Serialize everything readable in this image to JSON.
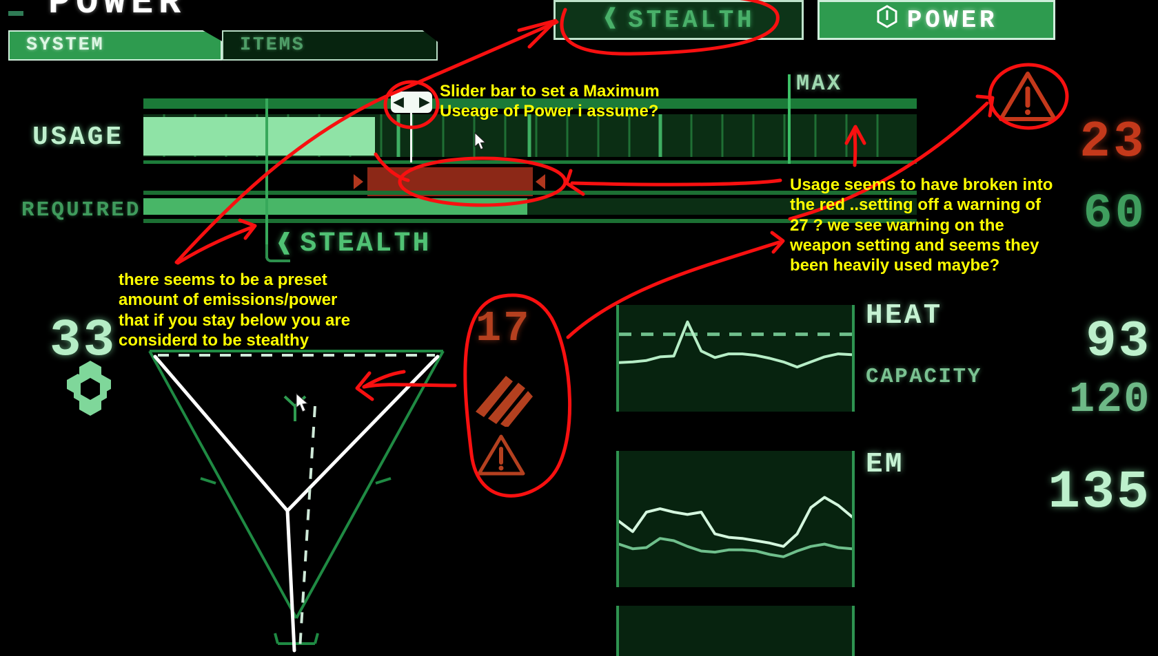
{
  "header": {
    "title": "POWER",
    "tabs": [
      {
        "label": "SYSTEM",
        "active": true
      },
      {
        "label": "ITEMS",
        "active": false
      }
    ],
    "buttons": [
      {
        "label": "STEALTH",
        "icon": "chevron-left-icon",
        "active": false
      },
      {
        "label": "POWER",
        "icon": "power-icon",
        "active": true
      }
    ]
  },
  "power_panel": {
    "usage_label": "USAGE",
    "required_label": "REQUIRED",
    "usage_value": "23",
    "required_value": "60",
    "max_label": "MAX",
    "stealth_marker_label": "STEALTH",
    "usage_warning_icon": "warning-triangle-icon",
    "slider_handle_icon": "left-right-arrows-icon",
    "cursor_icon": "mouse-cursor-icon"
  },
  "emissions": {
    "value": "33",
    "icon": "hex-gear-icon"
  },
  "weapon": {
    "value": "17",
    "claw_icon": "weapon-slash-icon",
    "warning_icon": "warning-triangle-icon"
  },
  "stats": {
    "heat_label": "HEAT",
    "heat_value": "93",
    "capacity_label": "CAPACITY",
    "capacity_value": "120",
    "em_label": "EM",
    "em_value": "135"
  },
  "annotations": [
    {
      "id": "slider",
      "text": "Slider bar to set a Maximum\nUseage of Power i assume?",
      "color": "#ffff00"
    },
    {
      "id": "red-usage",
      "text": "Usage seems to have broken into\nthe red ..setting off a warning of\n27 ? we see warning on the\nweapon setting and seems they\nbeen heavily used maybe?",
      "color": "#ffff00"
    },
    {
      "id": "preset-stealth",
      "text": "there seems to be a preset\namount of emissions/power\nthat if you stay below you are\nconsiderd to be stealthy",
      "color": "#ffff00"
    }
  ],
  "colors": {
    "accent_green": "#2e9b4f",
    "bright_green": "#8fe3a6",
    "dark_green": "#0b2e14",
    "alert_red": "#c4391b",
    "over_bar_red": "#8c2817",
    "annotation_yellow": "#ffff00",
    "background": "#000000"
  },
  "chart_data": [
    {
      "type": "line",
      "title": "HEAT",
      "id": "heat-graph",
      "ylabel": "",
      "xlabel": "",
      "ylim": [
        0,
        120
      ],
      "threshold": 93,
      "threshold_style": "dashed",
      "grid": false,
      "series": [
        {
          "name": "heat",
          "values": [
            54,
            55,
            57,
            62,
            63,
            110,
            70,
            61,
            66,
            66,
            64,
            60,
            55,
            48,
            55,
            62,
            66,
            65
          ]
        }
      ]
    },
    {
      "type": "line",
      "title": "EM",
      "id": "em-graph",
      "ylabel": "",
      "xlabel": "",
      "ylim": [
        0,
        200
      ],
      "grid": false,
      "series": [
        {
          "name": "em-upper",
          "values": [
            96,
            78,
            112,
            118,
            112,
            108,
            112,
            74,
            68,
            66,
            62,
            58,
            52,
            74,
            120,
            138,
            124,
            104
          ]
        },
        {
          "name": "em-lower",
          "values": [
            56,
            48,
            50,
            66,
            62,
            52,
            44,
            42,
            46,
            46,
            44,
            38,
            34,
            44,
            52,
            56,
            50,
            48
          ]
        }
      ]
    }
  ]
}
